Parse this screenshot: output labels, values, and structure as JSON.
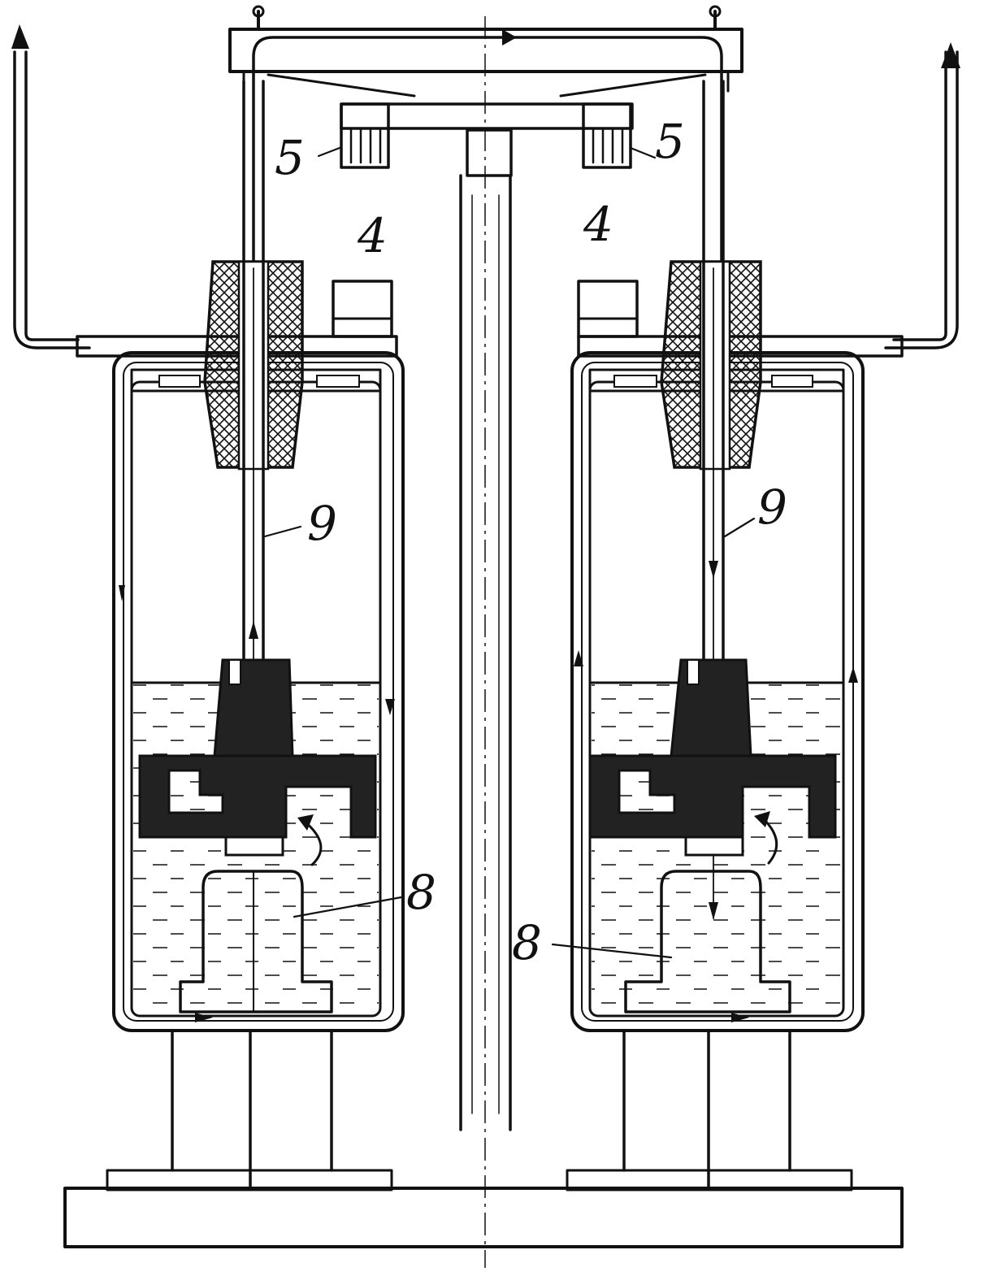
{
  "labels": {
    "l5": "5",
    "r5": "5",
    "l4": "4",
    "r4": "4",
    "l9": "9",
    "r9": "9",
    "l8": "8",
    "r8": "8"
  },
  "colors": {
    "ink": "#111111",
    "paper": "#ffffff"
  }
}
